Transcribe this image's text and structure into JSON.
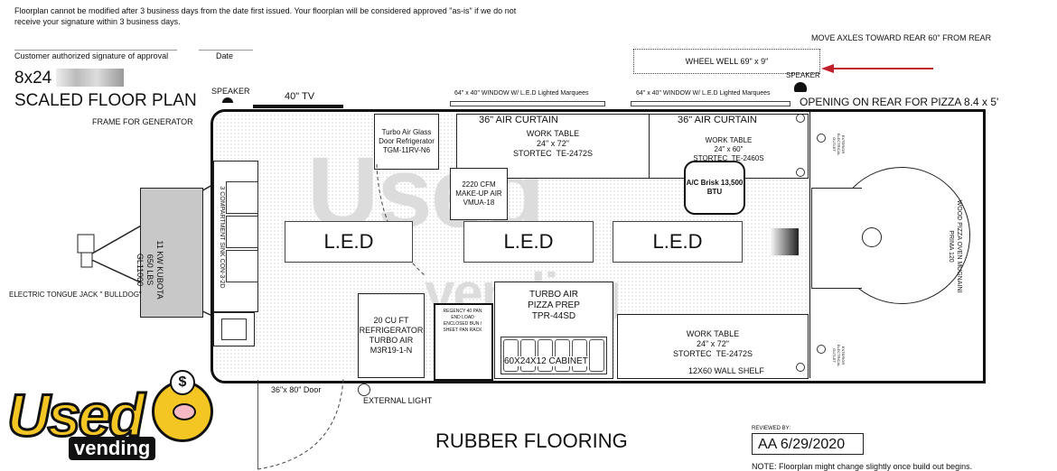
{
  "header": {
    "notice": "Floorplan cannot be modified after 3 business days from the date first issued. Your floorplan will be considered approved \"as-is\" if we do not receive your signature within 3 business days.",
    "signature_label": "Customer authorized signature of approval",
    "date_label": "Date"
  },
  "title": {
    "size": "8x24",
    "subtitle": "SCALED FLOOR PLAN",
    "frame": "FRAME FOR GENERATOR"
  },
  "top_labels": {
    "speaker_left": "SPEAKER",
    "tv": "40\" TV",
    "window1": "64\" x 40\" WINDOW W/ L.E.D Lighted Marquees",
    "window2": "64\" x 40\" WINDOW W/ L.E.D Lighted Marquees",
    "move_axles": "MOVE AXLES TOWARD REAR 60\" FROM REAR",
    "wheel_well": "WHEEL WELL  69\" x  9\"",
    "speaker_right": "SPEAKER",
    "opening": "OPENING ON REAR FOR PIZZA 8.4 x 5'"
  },
  "equipment": {
    "glass_fridge": "Turbo Air Glass Door Refrigerator TGM-11RV-N6",
    "curtain1": "36\" AIR CURTAIN",
    "curtain2": "36\" AIR CURTAIN",
    "worktable1": "WORK TABLE\n24\" x 72\"\nSTORTEC  TE-2472S",
    "worktable2": "WORK TABLE\n24\" x 60\"\nSTORTEC  TE-2460S",
    "makeup_air": "2220 CFM MAKE-UP AIR VMUA-18",
    "ac": "A/C Brisk 13,500 BTU",
    "led1": "L.E.D",
    "led2": "L.E.D",
    "led3": "L.E.D",
    "generator": "11 KW KUBOTA\n650 LBS\nGL11000",
    "sink": "3 COMPARTMENT SINK  CON-3-2D",
    "refrigerator": "20 CU FT\nREFRIGERATOR\nTURBO AIR\nM3R19-1-N",
    "rack": "REGENCY 40 PAN END LOAD ENCLOSED BUN / SHEET PAN RACK",
    "pizza_prep": "TURBO AIR\nPIZZA PREP\nTPR-44SD",
    "cabinet": "60X24X12 CABINET",
    "worktable3": "WORK TABLE\n24\" x 72\"\nSTORTEC  TE-2472S",
    "wall_shelf": "12X60 WALL SHELF",
    "oven": "WOOD PIZZA OVEN MUGNAINI PRIMA 120",
    "outlet_top": "EXTERIOR ELECTRICAL OUTLET",
    "outlet_bottom": "EXTERIOR ELECTRICAL OUTLET"
  },
  "bottom_labels": {
    "tongue_jack": "ELECTRIC TONGUE JACK \" BULLDOG\"",
    "door": "36\"x 80\" Door",
    "external_light": "EXTERNAL LIGHT",
    "flooring": "RUBBER FLOORING",
    "reviewed_by": "REVIEWED BY:",
    "reviewer": "AA 6/29/2020",
    "note": "NOTE: Floorplan might change slightly once build out begins."
  },
  "logo": {
    "used": "Used",
    "vending": "vending",
    "dollar": "$"
  },
  "colors": {
    "arrow": "#c0202a",
    "logo_yellow": "#f3c623",
    "logo_outline": "#111111"
  }
}
